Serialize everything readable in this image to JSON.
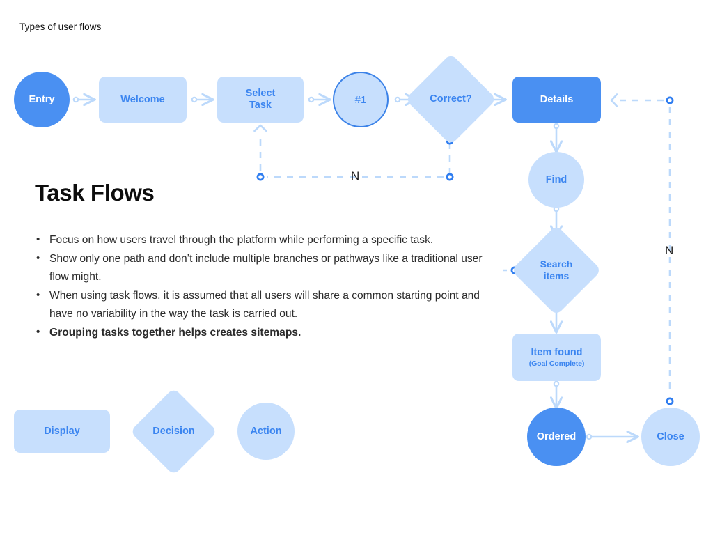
{
  "slide": {
    "kicker": "Types of user flows",
    "title": "Task Flows"
  },
  "bullets": [
    {
      "text": "Focus on how users travel through the platform while performing a specific task.",
      "bold": false
    },
    {
      "text": "Show only one path and don’t include multiple branches or pathways like a traditional user flow might.",
      "bold": false
    },
    {
      "text": "When using task flows, it is assumed that all users will share a common starting point and have no variability in the way the task is carried out.",
      "bold": false
    },
    {
      "text": "Grouping tasks together helps creates sitemaps.",
      "bold": true
    }
  ],
  "diagram": {
    "top_row": {
      "entry": "Entry",
      "welcome": "Welcome",
      "select_task_line1": "Select",
      "select_task_line2": "Task",
      "step_one": "#1",
      "correct": "Correct?",
      "details": "Details"
    },
    "right_column": {
      "find": "Find",
      "search_line1": "Search",
      "search_line2": "items",
      "item_found": "Item found",
      "item_found_sub": "(Goal Complete)",
      "ordered": "Ordered",
      "close": "Close"
    },
    "branch_labels": {
      "no_horizontal": "N",
      "no_vertical": "N"
    }
  },
  "legend": [
    {
      "label": "Display",
      "shape": "rect"
    },
    {
      "label": "Decision",
      "shape": "diamond"
    },
    {
      "label": "Action",
      "shape": "circle"
    }
  ],
  "colors": {
    "accent_strong": "#4a90f2",
    "accent_light": "#c7dffd",
    "accent_text": "#3b85f0",
    "connector": "#bcd9fb",
    "connector_node": "#2f7df0",
    "background": "#ffffff",
    "body_text": "#2b2b2b"
  }
}
